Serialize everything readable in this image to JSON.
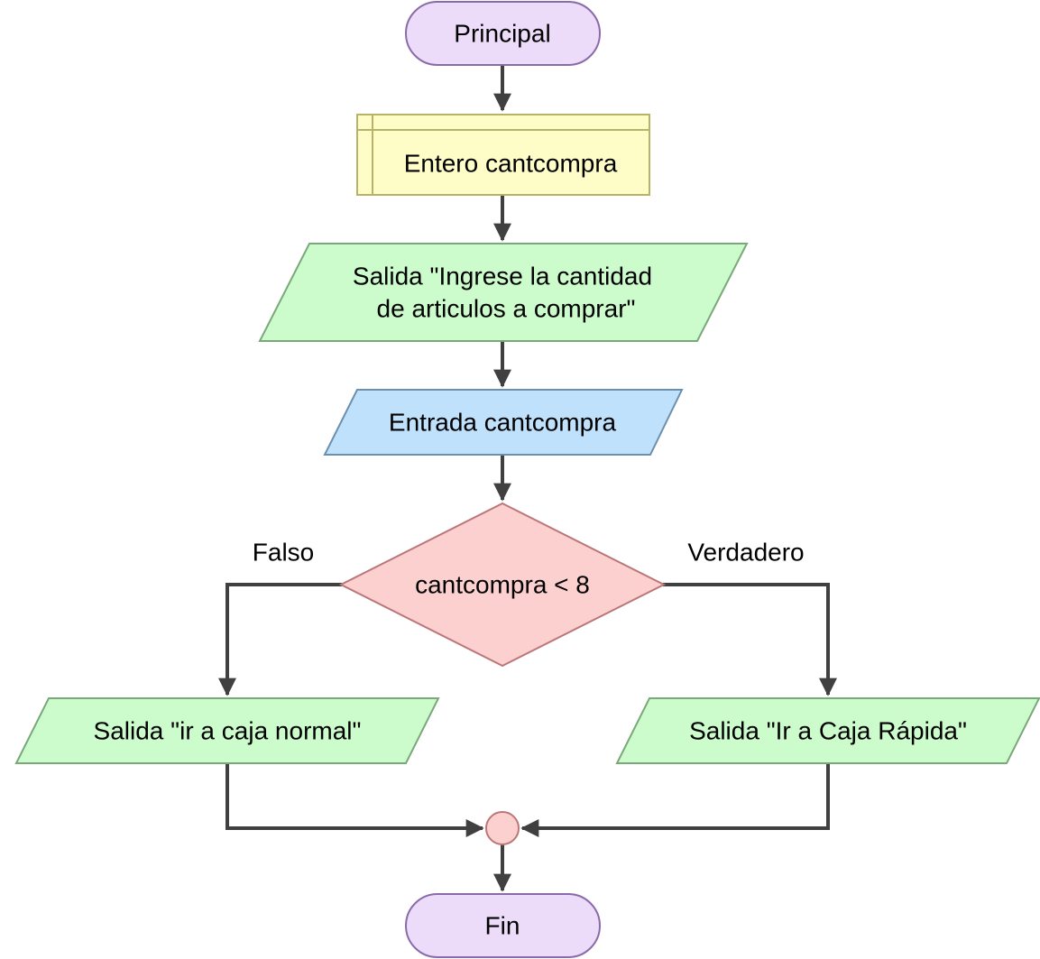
{
  "diagram": {
    "start": {
      "label": "Principal"
    },
    "declare": {
      "label": "Entero cantcompra"
    },
    "output_prompt": {
      "line1": "Salida \"Ingrese la cantidad",
      "line2": "de articulos a comprar\""
    },
    "input": {
      "label": "Entrada cantcompra"
    },
    "decision": {
      "label": "cantcompra < 8"
    },
    "branch_false": {
      "label": "Falso"
    },
    "branch_true": {
      "label": "Verdadero"
    },
    "output_false": {
      "label": "Salida \"ir a caja normal\""
    },
    "output_true": {
      "label": "Salida \"Ir a Caja Rápida\""
    },
    "end": {
      "label": "Fin"
    }
  },
  "colors": {
    "terminal_fill": "#ecdcfa",
    "terminal_stroke": "#8a6aa8",
    "declare_fill": "#fefdc8",
    "declare_stroke": "#b8b366",
    "output_fill": "#ccfccc",
    "output_stroke": "#7aa87a",
    "input_fill": "#bfe1fc",
    "input_stroke": "#6c8fac",
    "decision_fill": "#fdd0d0",
    "decision_stroke": "#bb7777",
    "connector_fill": "#fdd0d0",
    "edge": "#404040"
  }
}
